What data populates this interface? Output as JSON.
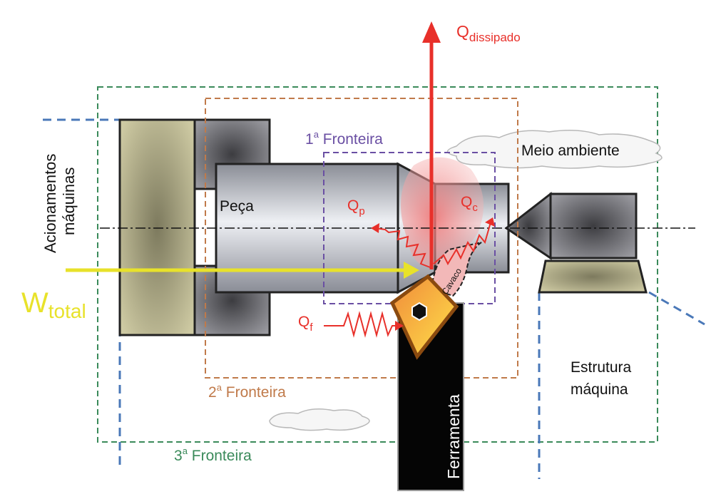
{
  "labels": {
    "q_dissipado_main": "Q",
    "q_dissipado_sub": "dissipado",
    "q_p_main": "Q",
    "q_p_sub": "p",
    "q_c_main": "Q",
    "q_c_sub": "c",
    "q_f_main": "Q",
    "q_f_sub": "f",
    "w_total_main": "W",
    "w_total_sub": "total",
    "fronteira_1_num": "1",
    "fronteira_1_sup": "a",
    "fronteira_1_text": " Fronteira",
    "fronteira_2_num": "2",
    "fronteira_2_sup": "a",
    "fronteira_2_text": " Fronteira",
    "fronteira_3_num": "3",
    "fronteira_3_sup": "a",
    "fronteira_3_text": " Fronteira",
    "meio_ambiente": "Meio ambiente",
    "peca": "Peça",
    "cavaco": "Cavaco",
    "ferramenta": "Ferramenta",
    "acionamentos_line1": "Acionamentos",
    "acionamentos_line2": "máquinas",
    "estrutura_line1": "Estrutura",
    "estrutura_line2": "máquina"
  },
  "colors": {
    "heat_red": "#e8302a",
    "work_yellow": "#e8e22a",
    "boundary_1": "#6a4fa3",
    "boundary_2": "#c07a4a",
    "boundary_3": "#3a8a5a",
    "machine_blue": "#4a78b8",
    "chuck_olive": "#bdb88e",
    "tool_orange": "#f5a028",
    "tool_border": "#8a4a10"
  }
}
